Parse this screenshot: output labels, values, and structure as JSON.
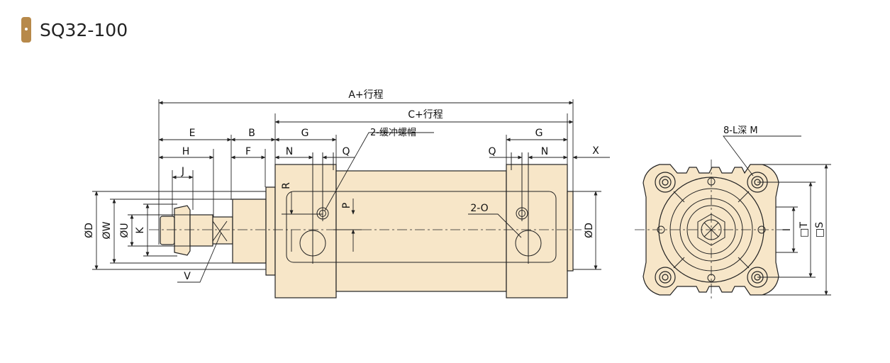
{
  "header": {
    "title": "SQ32-100"
  },
  "colors": {
    "body_fill": "#f7e6c8",
    "line": "#222222",
    "tag": "#b7894a"
  },
  "labels": {
    "a_stroke": "A+行程",
    "c_stroke": "C+行程",
    "e": "E",
    "b": "B",
    "g_left": "G",
    "g_right": "G",
    "cushion": "2-缓冲螺帽",
    "h": "H",
    "f": "F",
    "n_left": "N",
    "q_left": "Q",
    "q_right": "Q",
    "n_right": "N",
    "x": "X",
    "j": "J",
    "r": "R",
    "p": "P",
    "o": "2-O",
    "d_left": "ØD",
    "w": "ØW",
    "u": "ØU",
    "k": "K",
    "d_right": "ØD",
    "v": "V",
    "l_depth": "8-L深 M",
    "i": "I",
    "t": "□T",
    "s": "□S"
  }
}
